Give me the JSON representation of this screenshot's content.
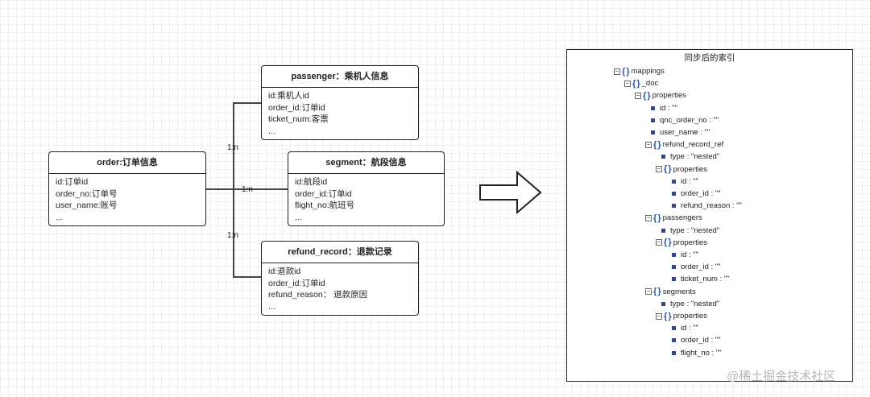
{
  "entities": {
    "order": {
      "title": "order:订单信息",
      "fields": [
        "id:订单id",
        "order_no:订单号",
        "user_name:账号",
        "..."
      ]
    },
    "passenger": {
      "title": "passenger：乘机人信息",
      "fields": [
        "id:乘机人id",
        "order_id:订单id",
        "ticket_num:客票",
        "..."
      ]
    },
    "segment": {
      "title": "segment：航段信息",
      "fields": [
        "id:航段id",
        "order_id:订单id",
        "flight_no:航班号",
        "..."
      ]
    },
    "refund_record": {
      "title": "refund_record：退款记录",
      "fields": [
        "id:退款id",
        "order_id:订单id",
        "refund_reason： 退款原因",
        "..."
      ]
    }
  },
  "relations": {
    "passenger": "1:n",
    "segment": "1:n",
    "refund": "1:n"
  },
  "index_panel": {
    "title": "同步后的索引",
    "tree": [
      {
        "level": 0,
        "kind": "object",
        "label": "mappings"
      },
      {
        "level": 1,
        "kind": "object",
        "label": "_doc"
      },
      {
        "level": 2,
        "kind": "object",
        "label": "properties"
      },
      {
        "level": 3,
        "kind": "leaf",
        "label": "id : \"\""
      },
      {
        "level": 3,
        "kind": "leaf",
        "label": "qnc_order_no : \"\""
      },
      {
        "level": 3,
        "kind": "leaf",
        "label": "user_name : \"\""
      },
      {
        "level": 3,
        "kind": "object",
        "label": "refund_record_ref"
      },
      {
        "level": 4,
        "kind": "leaf",
        "label": "type : \"nested\""
      },
      {
        "level": 4,
        "kind": "object",
        "label": "properties"
      },
      {
        "level": 5,
        "kind": "leaf",
        "label": "id : \"\""
      },
      {
        "level": 5,
        "kind": "leaf",
        "label": "order_id : \"\""
      },
      {
        "level": 5,
        "kind": "leaf",
        "label": "refund_reason : \"\""
      },
      {
        "level": 3,
        "kind": "object",
        "label": "passengers"
      },
      {
        "level": 4,
        "kind": "leaf",
        "label": "type : \"nested\""
      },
      {
        "level": 4,
        "kind": "object",
        "label": "properties"
      },
      {
        "level": 5,
        "kind": "leaf",
        "label": "id : \"\""
      },
      {
        "level": 5,
        "kind": "leaf",
        "label": "order_id : \"\""
      },
      {
        "level": 5,
        "kind": "leaf",
        "label": "ticket_num : \"\""
      },
      {
        "level": 3,
        "kind": "object",
        "label": "segments"
      },
      {
        "level": 4,
        "kind": "leaf",
        "label": "type : \"nested\""
      },
      {
        "level": 4,
        "kind": "object",
        "label": "properties"
      },
      {
        "level": 5,
        "kind": "leaf",
        "label": "id : \"\""
      },
      {
        "level": 5,
        "kind": "leaf",
        "label": "order_id : \"\""
      },
      {
        "level": 5,
        "kind": "leaf",
        "label": "flight_no : \"\""
      }
    ]
  },
  "watermark": "@稀土掘金技术社区"
}
